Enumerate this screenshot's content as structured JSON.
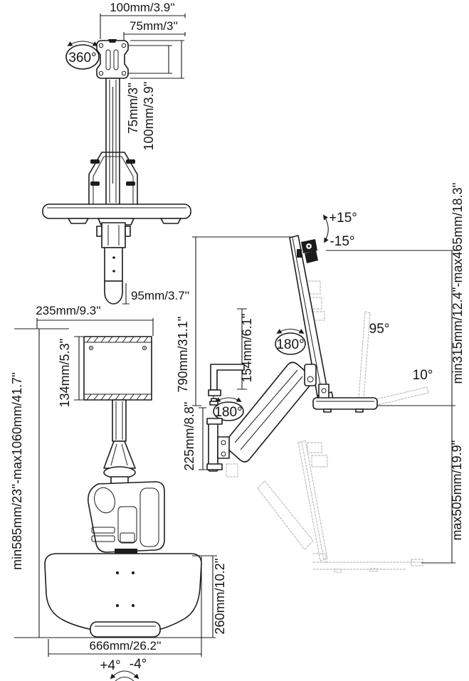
{
  "front_view": {
    "vesa_width_outer": "100mm/3.9''",
    "vesa_width_inner": "75mm/3''",
    "rotation": "360°",
    "vesa_height_inner": "75mm/3''",
    "vesa_height_outer": "100mm/3.9''",
    "column_width": "95mm/3.7''"
  },
  "ceiling_view": {
    "plate_width": "235mm/9.3''",
    "plate_height": "134mm/5.3''",
    "height_range": "min585mm/23''-max1060mm/41.7''",
    "tray_width": "666mm/26.2''",
    "tray_depth": "260mm/10.2''",
    "tray_swivel_positive": "+4°",
    "tray_swivel_negative": "-4°"
  },
  "side_view": {
    "monitor_tilt_up": "+15°",
    "monitor_tilt_down": "-15°",
    "tray_fold_angle": "95°",
    "tray_tilt_angle": "10°",
    "swivel_upper": "180°",
    "swivel_lower": "180°",
    "clamp_height": "154mm/6.1''",
    "overall_height": "790mm/31.1''",
    "plate_height": "225mm/8.8''",
    "raise_range": "min315mm/12.4''-max465mm/18.3''",
    "lower_range": "max505mm/19.9''"
  }
}
